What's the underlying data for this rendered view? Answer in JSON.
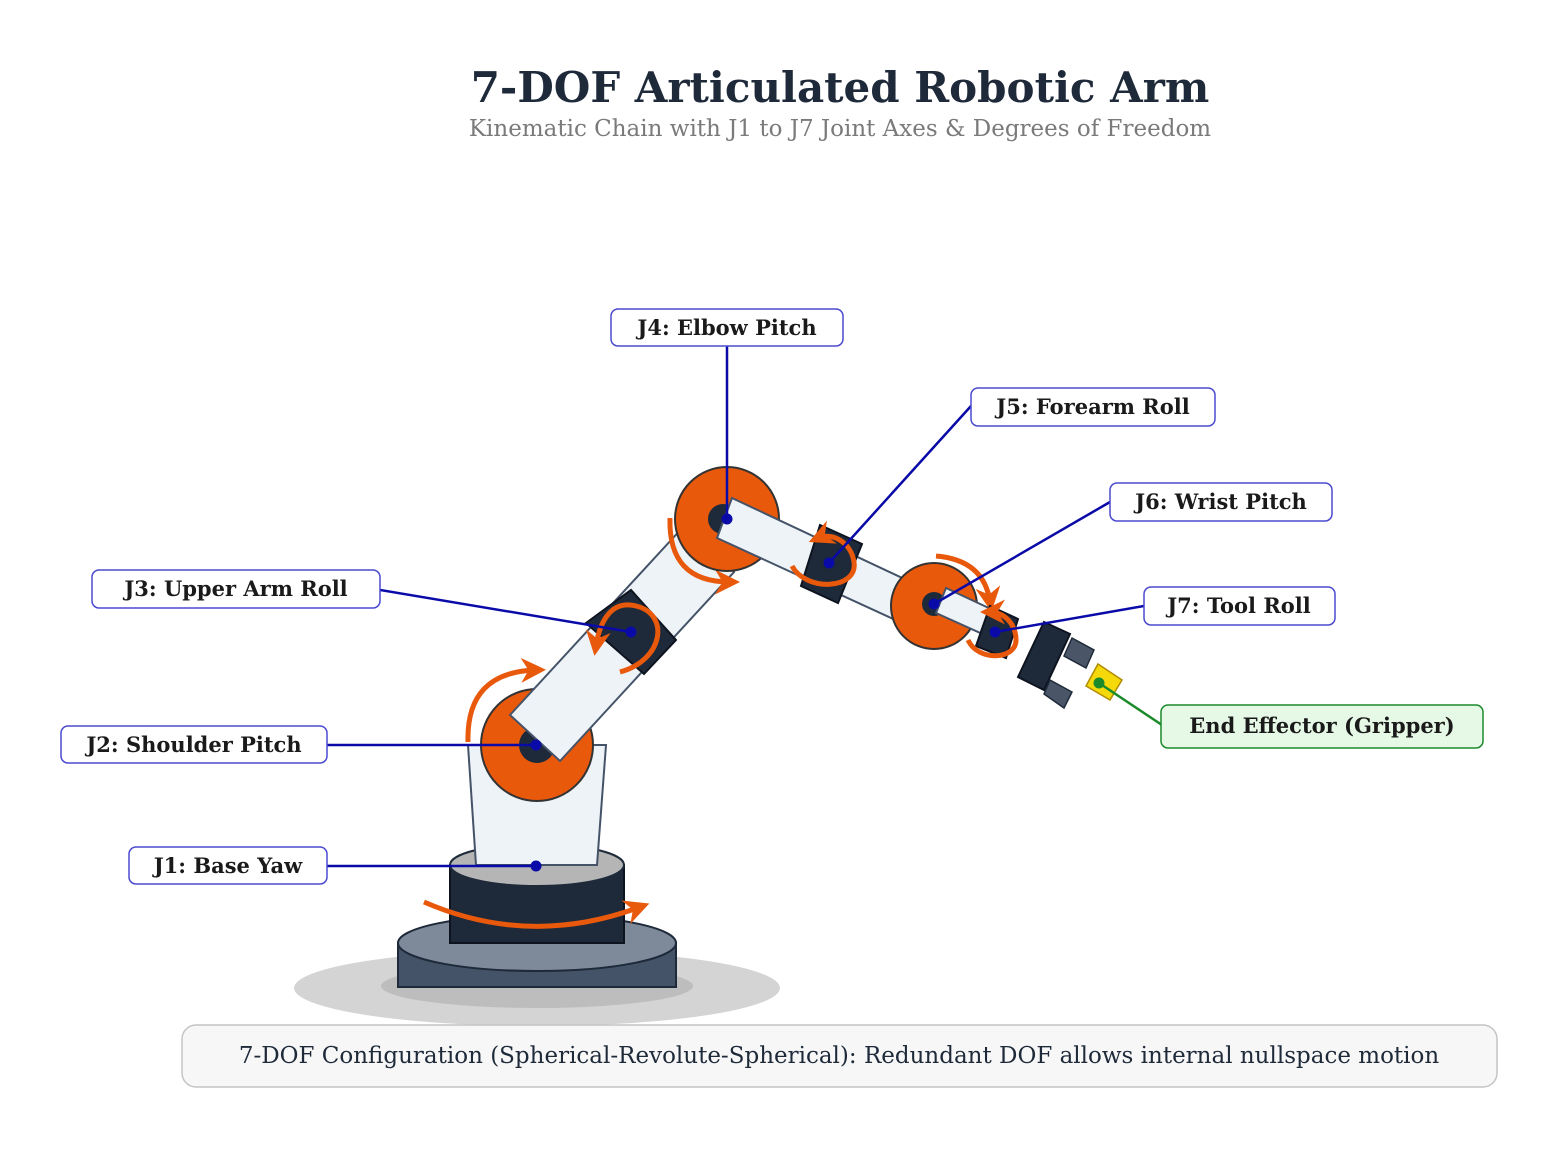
{
  "header": {
    "title": "7-DOF Articulated Robotic Arm",
    "subtitle": "Kinematic Chain with J1 to J7 Joint Axes & Degrees of Freedom"
  },
  "joints": {
    "j1": "J1: Base Yaw",
    "j2": "J2: Shoulder Pitch",
    "j3": "J3: Upper Arm Roll",
    "j4": "J4: Elbow Pitch",
    "j5": "J5: Forearm Roll",
    "j6": "J6: Wrist Pitch",
    "j7": "J7: Tool Roll"
  },
  "end_effector": {
    "label": "End Effector (Gripper)"
  },
  "footer": {
    "note": "7-DOF Configuration (Spherical-Revolute-Spherical): Redundant DOF allows internal nullspace motion"
  },
  "colors": {
    "joint_orange": "#e8590c",
    "link_fill": "#eef3f8",
    "dark_navy": "#1e2a3a",
    "leader_blue": "#0a0aa8",
    "end_effector_green": "#1b8a2a",
    "end_effector_yellow": "#f5d90a"
  }
}
